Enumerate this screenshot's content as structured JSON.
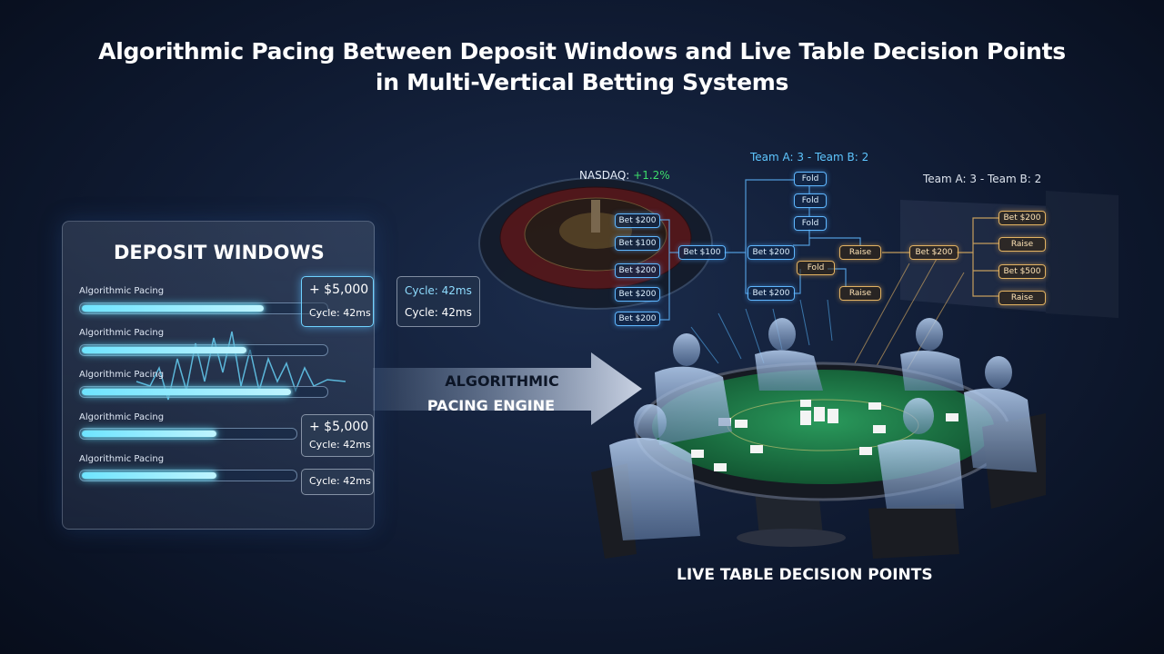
{
  "title": {
    "line1": "Algorithmic Pacing Between Deposit Windows and Live Table Decision Points",
    "line2": "in Multi-Vertical Betting Systems"
  },
  "deposit_panel": {
    "title": "DEPOSIT WINDOWS",
    "rows": [
      {
        "label": "Algorithmic Pacing",
        "progress": 0.75
      },
      {
        "label": "Algorithmic Pacing",
        "progress": 0.68
      },
      {
        "label": "Algorithmic Pacing",
        "progress": 0.86
      },
      {
        "label": "Algorithmic Pacing",
        "progress": 0.64
      },
      {
        "label": "Algorithmic Pacing",
        "progress": 0.64
      }
    ],
    "badges": [
      {
        "amount": "+ $5,000",
        "cycle": "Cycle: 42ms"
      },
      {
        "amount": "+ $5,000",
        "cycle": "Cycle: 42ms"
      },
      {
        "cycle": "Cycle: 42ms"
      }
    ],
    "float_badge": {
      "line1": "Cycle: 42ms",
      "line2": "Cycle: 42ms"
    }
  },
  "engine": {
    "line1": "ALGORITHMIC",
    "line2": "PACING ENGINE"
  },
  "table": {
    "label": "LIVE TABLE DECISION POINTS"
  },
  "market": {
    "prefix": "NASDAQ:",
    "value": "+1.2%",
    "value_color": "#3ddc6a"
  },
  "scores": {
    "blue": "Team A: 3 - Team B: 2",
    "gray": "Team A: 3 - Team B: 2"
  },
  "tree": {
    "left_nodes": [
      "Bet $200",
      "Bet $100",
      "Bet $200",
      "Bet $200",
      "Bet $200"
    ],
    "mid": "Bet $100",
    "col_top": [
      "Fold",
      "Fold",
      "Fold"
    ],
    "mid_row": [
      "Bet $200",
      "Raise"
    ],
    "fold2": "Fold",
    "low_row": [
      "Bet $200",
      "Raise"
    ],
    "gold_mid": "Bet $200",
    "gold_right": [
      "Bet $200",
      "Raise",
      "Bet $500",
      "Raise"
    ]
  },
  "colors": {
    "accent": "#5fe0ff",
    "node_blue": "#5fb7ff",
    "node_gold": "#e2b262",
    "felt": "#1f7a48"
  }
}
